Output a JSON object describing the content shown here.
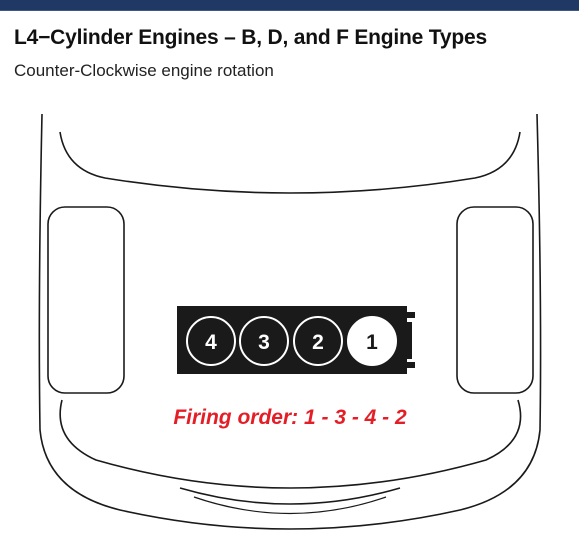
{
  "title": "L4−Cylinder Engines – B, D, and F Engine Types",
  "subtitle": "Counter-Clockwise engine rotation",
  "engine": {
    "cylinders": [
      {
        "label": "4",
        "highlighted": false
      },
      {
        "label": "3",
        "highlighted": false
      },
      {
        "label": "2",
        "highlighted": false
      },
      {
        "label": "1",
        "highlighted": true
      }
    ]
  },
  "firing_order_text": "Firing order: 1 - 3 - 4 - 2",
  "colors": {
    "header_bar": "#1f3864",
    "firing_text": "#e41e26",
    "engine_block": "#1a1a1a",
    "outline": "#1a1a1a"
  }
}
